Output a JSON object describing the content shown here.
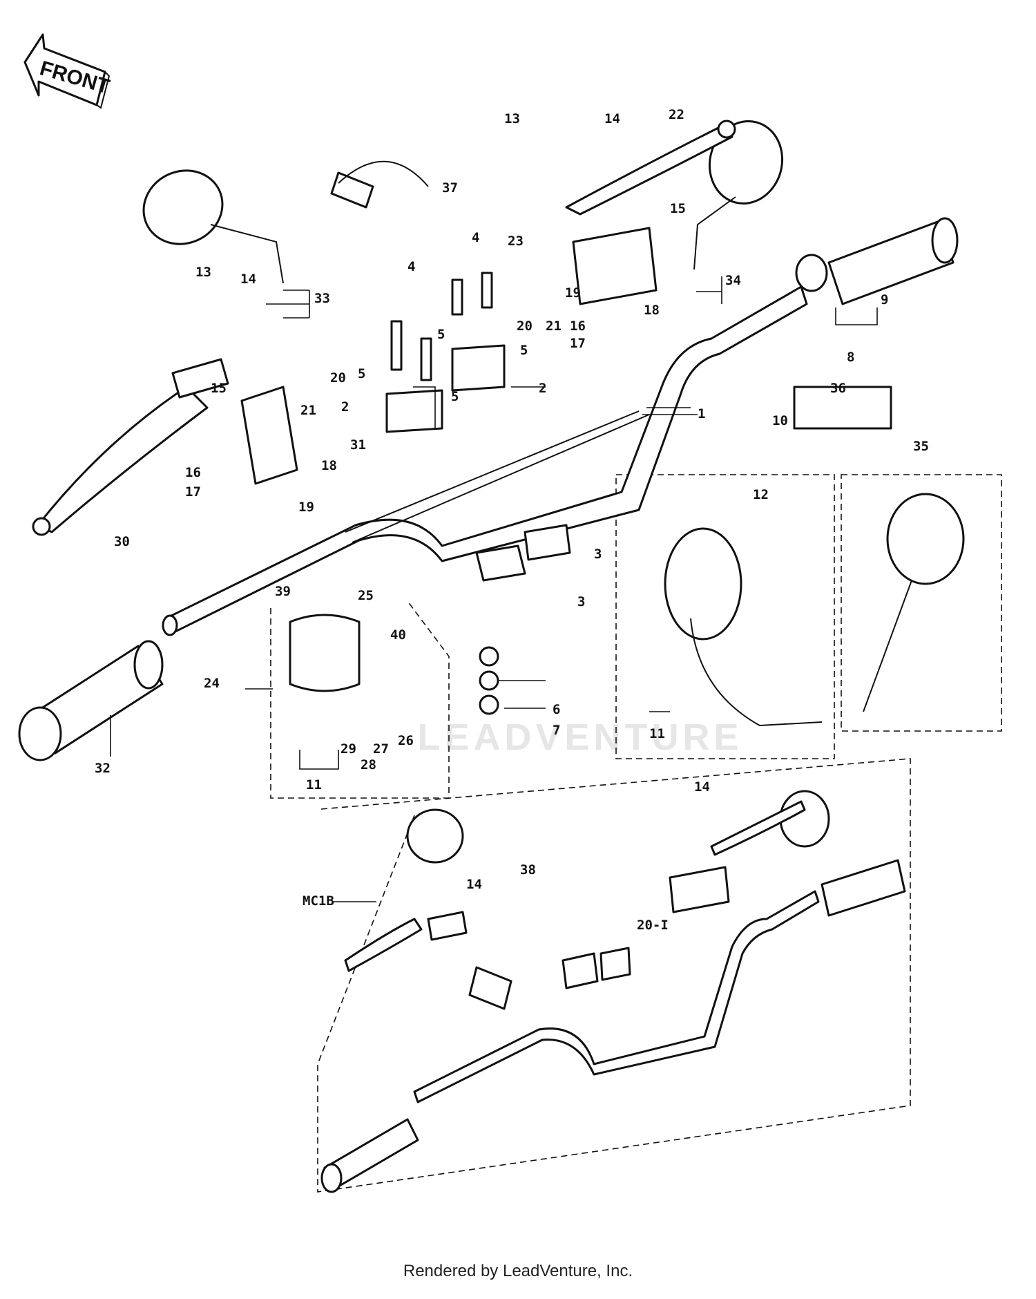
{
  "front_label": "FRONT",
  "labels": [
    {
      "text": "13"
    },
    {
      "text": "14"
    },
    {
      "text": "22"
    },
    {
      "text": "37"
    },
    {
      "text": "15"
    },
    {
      "text": "23"
    },
    {
      "text": "4"
    },
    {
      "text": "34"
    },
    {
      "text": "9"
    },
    {
      "text": "13"
    },
    {
      "text": "14"
    },
    {
      "text": "33"
    },
    {
      "text": "4"
    },
    {
      "text": "19"
    },
    {
      "text": "18"
    },
    {
      "text": "20"
    },
    {
      "text": "21"
    },
    {
      "text": "16"
    },
    {
      "text": "17"
    },
    {
      "text": "5"
    },
    {
      "text": "5"
    },
    {
      "text": "8"
    },
    {
      "text": "20"
    },
    {
      "text": "5"
    },
    {
      "text": "5"
    },
    {
      "text": "2"
    },
    {
      "text": "15"
    },
    {
      "text": "21"
    },
    {
      "text": "2"
    },
    {
      "text": "1"
    },
    {
      "text": "36"
    },
    {
      "text": "10"
    },
    {
      "text": "35"
    },
    {
      "text": "31"
    },
    {
      "text": "16"
    },
    {
      "text": "18"
    },
    {
      "text": "17"
    },
    {
      "text": "19"
    },
    {
      "text": "12"
    },
    {
      "text": "30"
    },
    {
      "text": "3"
    },
    {
      "text": "39"
    },
    {
      "text": "25"
    },
    {
      "text": "3"
    },
    {
      "text": "40"
    },
    {
      "text": "24"
    },
    {
      "text": "6"
    },
    {
      "text": "7"
    },
    {
      "text": "29"
    },
    {
      "text": "27"
    },
    {
      "text": "26"
    },
    {
      "text": "28"
    },
    {
      "text": "11"
    },
    {
      "text": "32"
    },
    {
      "text": "11"
    },
    {
      "text": "14"
    },
    {
      "text": "38"
    },
    {
      "text": "14"
    },
    {
      "text": "MC1B"
    },
    {
      "text": "20-I"
    }
  ],
  "watermark": "LEADVENTURE",
  "footer": "Rendered by LeadVenture, Inc."
}
